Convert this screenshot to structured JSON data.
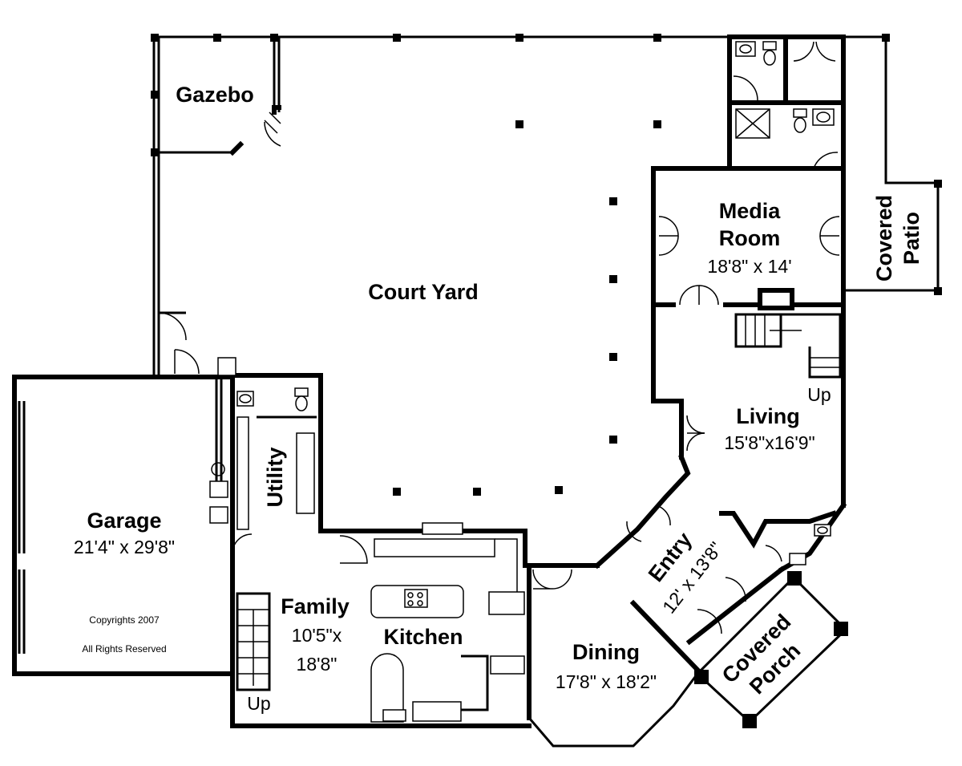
{
  "rooms": {
    "gazebo": {
      "name": "Gazebo"
    },
    "court_yard": {
      "name": "Court Yard"
    },
    "media_room": {
      "name_line1": "Media",
      "name_line2": "Room",
      "dims": "18'8\" x 14'"
    },
    "covered_patio": {
      "name_line1": "Covered",
      "name_line2": "Patio"
    },
    "living": {
      "name": "Living",
      "dims": "15'8\"x16'9\""
    },
    "utility": {
      "name": "Utility"
    },
    "garage": {
      "name": "Garage",
      "dims": "21'4\" x 29'8\""
    },
    "family": {
      "name": "Family",
      "dims_line1": "10'5\"x",
      "dims_line2": "18'8\""
    },
    "kitchen": {
      "name": "Kitchen"
    },
    "entry": {
      "name": "Entry",
      "dims": "12' x 13'8\""
    },
    "dining": {
      "name": "Dining",
      "dims": "17'8\" x 18'2\""
    },
    "covered_porch": {
      "name_line1": "Covered",
      "name_line2": "Porch"
    }
  },
  "stairs": {
    "family_up": "Up",
    "living_up": "Up"
  },
  "notes": {
    "copyright": "Copyrights 2007",
    "rights": "All Rights Reserved"
  }
}
